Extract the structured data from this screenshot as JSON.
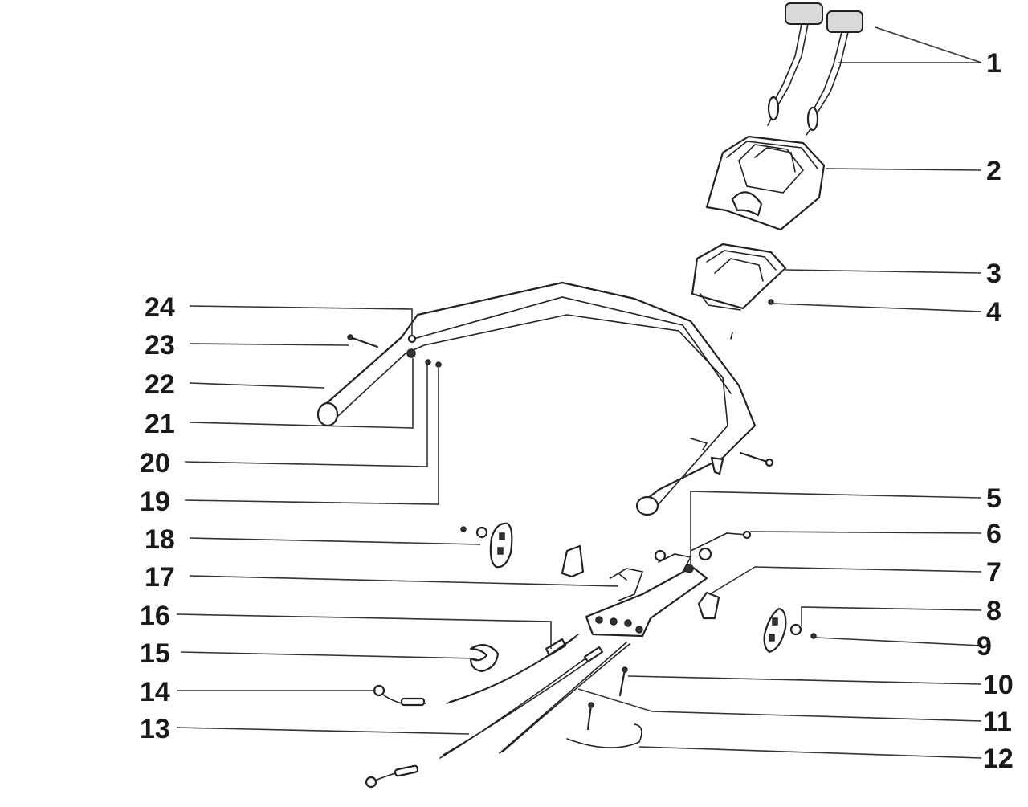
{
  "diagram": {
    "callouts_right": [
      {
        "number": "1"
      },
      {
        "number": "2"
      },
      {
        "number": "3"
      },
      {
        "number": "4"
      },
      {
        "number": "5"
      },
      {
        "number": "6"
      },
      {
        "number": "7"
      },
      {
        "number": "8"
      },
      {
        "number": "9"
      },
      {
        "number": "10"
      },
      {
        "number": "11"
      },
      {
        "number": "12"
      }
    ],
    "callouts_left": [
      {
        "number": "24"
      },
      {
        "number": "23"
      },
      {
        "number": "22"
      },
      {
        "number": "21"
      },
      {
        "number": "20"
      },
      {
        "number": "19"
      },
      {
        "number": "18"
      },
      {
        "number": "17"
      },
      {
        "number": "16"
      },
      {
        "number": "15"
      },
      {
        "number": "14"
      },
      {
        "number": "13"
      }
    ]
  },
  "colors": {
    "line": "#222222",
    "shade": "#d9d9d9",
    "background": "#ffffff"
  }
}
